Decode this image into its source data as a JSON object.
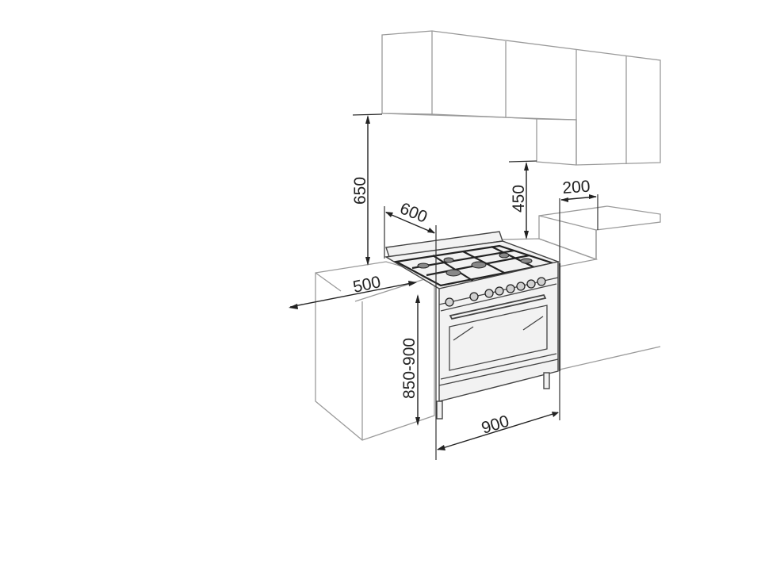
{
  "diagram": {
    "subject": "Freestanding range cooker installation dimensions",
    "units": "mm",
    "dimensions": {
      "upper_cabinet_height_above_counter": "650",
      "side_cabinet_clearance_height": "450",
      "stove_depth": "600",
      "counter_depth": "500",
      "side_clearance": "200",
      "counter_height": "850-900",
      "stove_width": "900"
    },
    "components": {
      "upper_cabinets": "wall-cabinets",
      "side_tall_cabinet": "side-cabinet",
      "left_base_cabinet": "base-unit",
      "right_counter": "worktop",
      "stove": {
        "burners": 6,
        "knobs": 8,
        "oven_doors": 1,
        "drawer": 1
      }
    },
    "colors": {
      "cabinet_outline": "#9a9a9a",
      "dimension_line": "#222222",
      "stove_outline": "#444444",
      "background": "#ffffff"
    }
  }
}
